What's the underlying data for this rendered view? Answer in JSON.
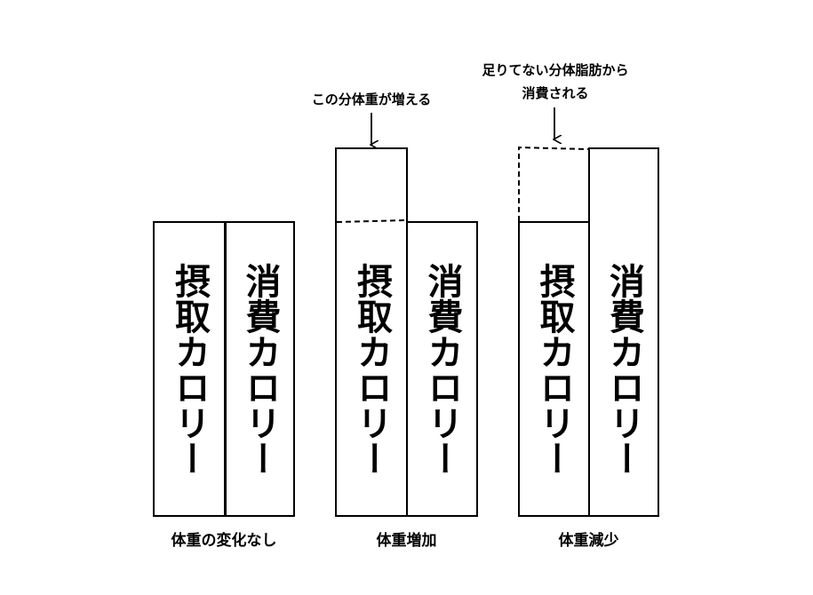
{
  "groups": [
    {
      "caption": "体重の変化なし",
      "intake_label": "摂取カロリー",
      "expenditure_label": "消費カロリー"
    },
    {
      "caption": "体重増加",
      "intake_label": "摂取カロリー",
      "expenditure_label": "消費カロリー",
      "annotation": "この分体重が増える"
    },
    {
      "caption": "体重減少",
      "intake_label": "摂取カロリー",
      "expenditure_label": "消費カロリー",
      "annotation_line1": "足りてない分体脂肪から",
      "annotation_line2": "消費される"
    }
  ]
}
